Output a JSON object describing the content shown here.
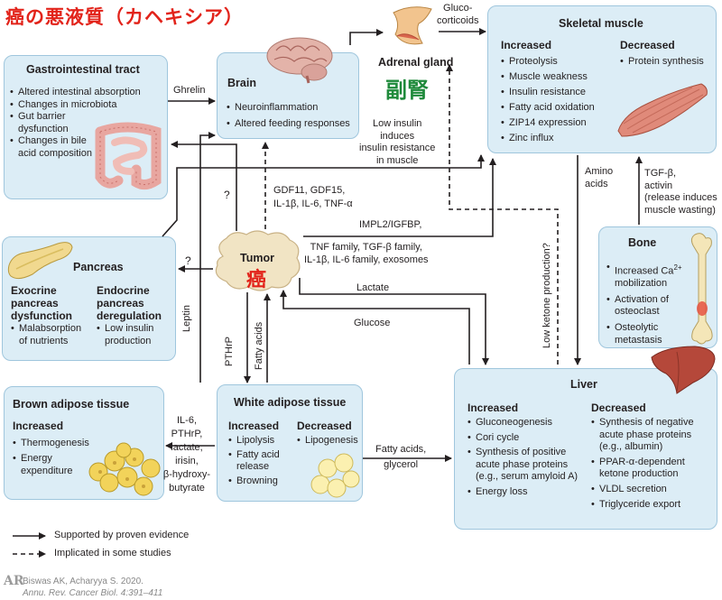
{
  "header": {
    "title": "癌の悪液質（カヘキシア）"
  },
  "gi": {
    "title": "Gastrointestinal tract",
    "items": [
      "Altered intestinal absorption",
      "Changes in microbiota",
      "Gut barrier dysfunction",
      "Changes in bile acid composition"
    ]
  },
  "brain": {
    "title": "Brain",
    "items": [
      "Neuroinflammation",
      "Altered feeding responses"
    ]
  },
  "adrenal": {
    "title": "Adrenal gland",
    "kanji": "副腎"
  },
  "skeletal": {
    "title": "Skeletal muscle",
    "increased_label": "Increased",
    "increased": [
      "Proteolysis",
      "Muscle weakness",
      "Insulin resistance",
      "Fatty acid oxidation",
      "ZIP14 expression",
      "Zinc influx"
    ],
    "decreased_label": "Decreased",
    "decreased": [
      "Protein synthesis"
    ]
  },
  "pancreas": {
    "title": "Pancreas",
    "exo_label": "Exocrine pancreas dysfunction",
    "exo_items": [
      "Malabsorption of nutrients"
    ],
    "endo_label": "Endocrine pancreas deregulation",
    "endo_items": [
      "Low insulin production"
    ]
  },
  "tumor": {
    "title": "Tumor",
    "kanji": "癌"
  },
  "bone": {
    "title": "Bone",
    "item1_prefix": "Increased Ca",
    "item1_sup": "2+",
    "item1_suffix": "mobilization",
    "items": [
      "Activation of osteoclast",
      "Osteolytic metastasis"
    ]
  },
  "brown": {
    "title": "Brown adipose tissue",
    "increased_label": "Increased",
    "items": [
      "Thermogenesis",
      "Energy expenditure"
    ]
  },
  "white": {
    "title": "White adipose tissue",
    "increased_label": "Increased",
    "increased": [
      "Lipolysis",
      "Fatty acid release",
      "Browning"
    ],
    "decreased_label": "Decreased",
    "decreased": [
      "Lipogenesis"
    ]
  },
  "liver": {
    "title": "Liver",
    "increased_label": "Increased",
    "increased": [
      "Gluconeogenesis",
      "Cori cycle",
      "Synthesis of positive acute phase proteins (e.g., serum amyloid A)",
      "Energy loss"
    ],
    "decreased_label": "Decreased",
    "decreased": [
      "Synthesis of negative acute phase proteins (e.g., albumin)",
      "PPAR-α-dependent ketone production",
      "VLDL secretion",
      "Triglyceride export"
    ]
  },
  "arrows": {
    "ghrelin": "Ghrelin",
    "glucocorticoids": "Gluco-\ncorticoids",
    "low_insulin": "Low insulin\ninduces\ninsulin resistance\nin muscle",
    "q1": "?",
    "q2": "?",
    "gdf": "GDF11, GDF15,\nIL-1β, IL-6, TNF-α",
    "impl2": "IMPL2/IGFBP,",
    "tnf": "TNF family, TGF-β family,\nIL-1β, IL-6 family, exosomes",
    "lactate": "Lactate",
    "glucose": "Glucose",
    "leptin": "Leptin",
    "pthrp": "PTHrP",
    "fatty_acids": "Fatty acids",
    "brown_factors": "IL-6,\nPTHrP,\nlactate,\nirisin,\nβ-hydroxy-\nbutyrate",
    "fa_glycerol": "Fatty acids,\nglycerol",
    "amino_acids": "Amino\nacids",
    "tgf": "TGF-β,\nactivin\n(release induces\nmuscle wasting)",
    "ketone": "Low ketone production?"
  },
  "legend": {
    "solid": "Supported by proven evidence",
    "dashed": "Implicated in some studies"
  },
  "citation": {
    "line1": "Biswas AK, Acharyya S. 2020.",
    "line2": "Annu. Rev. Cancer Biol. 4:391–411",
    "logo": "AR"
  }
}
